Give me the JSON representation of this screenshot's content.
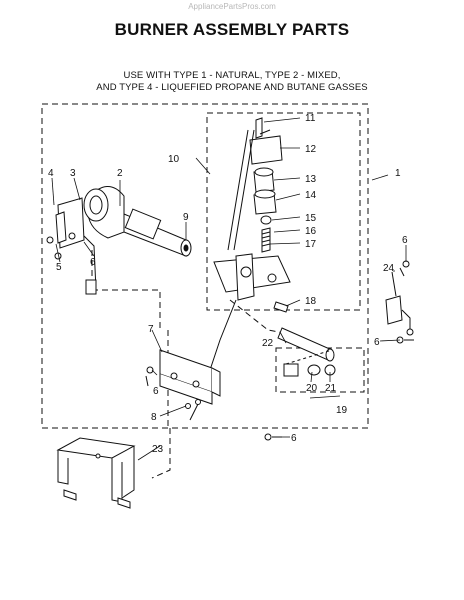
{
  "watermark": "AppliancePartsPros.com",
  "title": "BURNER ASSEMBLY PARTS",
  "subtitle_line1": "USE WITH TYPE 1 - NATURAL, TYPE 2 - MIXED,",
  "subtitle_line2": "AND TYPE 4 - LIQUEFIED PROPANE AND BUTANE GASSES",
  "callouts": {
    "c1": "1",
    "c2": "2",
    "c3": "3",
    "c4": "4",
    "c5": "5",
    "c6a": "6",
    "c6b": "6",
    "c6c": "6",
    "c6d": "6",
    "c6e": "6",
    "c7": "7",
    "c8": "8",
    "c9": "9",
    "c10": "10",
    "c11": "11",
    "c12": "12",
    "c13": "13",
    "c14": "14",
    "c15": "15",
    "c16": "16",
    "c17": "17",
    "c18": "18",
    "c19": "19",
    "c20": "20",
    "c21": "21",
    "c22": "22",
    "c23": "23",
    "c24": "24"
  }
}
